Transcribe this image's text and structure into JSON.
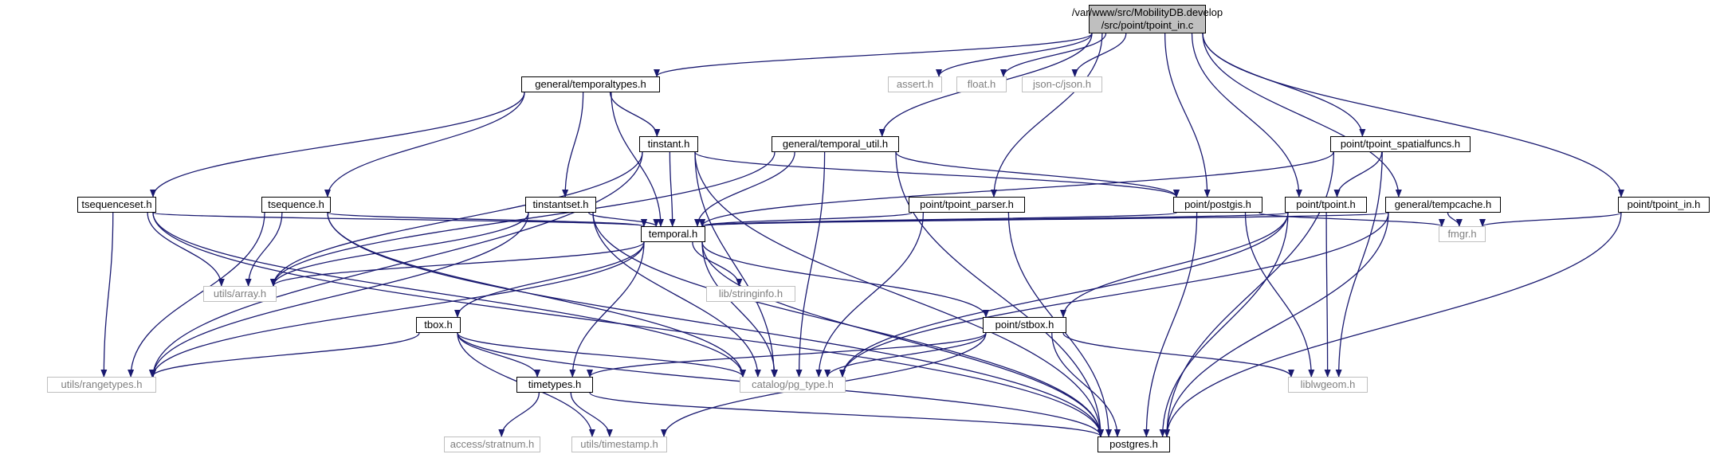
{
  "root": {
    "line1": "/var/www/src/MobilityDB.develop",
    "line2": "/src/point/tpoint_in.c",
    "fill": "#bfbfbf"
  },
  "edge_color": "#191970",
  "external_color": "#bfbfbf",
  "nodes": {
    "temporaltypes": "general/temporaltypes.h",
    "assert": "assert.h",
    "float": "float.h",
    "json": "json-c/json.h",
    "tinstant": "tinstant.h",
    "temporal_util": "general/temporal_util.h",
    "tpoint_spatialfuncs": "point/tpoint_spatialfuncs.h",
    "tsequenceset": "tsequenceset.h",
    "tsequence": "tsequence.h",
    "tinstantset": "tinstantset.h",
    "tpoint_parser": "point/tpoint_parser.h",
    "postgis": "point/postgis.h",
    "tpoint": "point/tpoint.h",
    "tempcache": "general/tempcache.h",
    "tpoint_in": "point/tpoint_in.h",
    "temporal": "temporal.h",
    "fmgr": "fmgr.h",
    "array": "utils/array.h",
    "stringinfo": "lib/stringinfo.h",
    "tbox": "tbox.h",
    "stbox": "point/stbox.h",
    "rangetypes": "utils/rangetypes.h",
    "timetypes": "timetypes.h",
    "pg_type": "catalog/pg_type.h",
    "liblwgeom": "liblwgeom.h",
    "stratnum": "access/stratnum.h",
    "timestamp": "utils/timestamp.h",
    "postgres": "postgres.h"
  },
  "edges": [
    [
      "root",
      "temporaltypes"
    ],
    [
      "root",
      "assert"
    ],
    [
      "root",
      "float"
    ],
    [
      "root",
      "json"
    ],
    [
      "root",
      "temporal_util"
    ],
    [
      "root",
      "tpoint_spatialfuncs"
    ],
    [
      "root",
      "tpoint_parser"
    ],
    [
      "root",
      "postgis"
    ],
    [
      "root",
      "tpoint"
    ],
    [
      "root",
      "tempcache"
    ],
    [
      "root",
      "tpoint_in"
    ],
    [
      "temporaltypes",
      "tsequenceset"
    ],
    [
      "temporaltypes",
      "tsequence"
    ],
    [
      "temporaltypes",
      "tinstant"
    ],
    [
      "temporaltypes",
      "tinstantset"
    ],
    [
      "temporaltypes",
      "temporal"
    ],
    [
      "tinstant",
      "temporal"
    ],
    [
      "tinstant",
      "array"
    ],
    [
      "tinstant",
      "rangetypes"
    ],
    [
      "tinstant",
      "pg_type"
    ],
    [
      "tinstant",
      "postgis"
    ],
    [
      "tinstant",
      "postgres"
    ],
    [
      "temporal_util",
      "temporal"
    ],
    [
      "temporal_util",
      "array"
    ],
    [
      "temporal_util",
      "pg_type"
    ],
    [
      "temporal_util",
      "postgis"
    ],
    [
      "temporal_util",
      "postgres"
    ],
    [
      "tpoint_spatialfuncs",
      "temporal"
    ],
    [
      "tpoint_spatialfuncs",
      "tpoint"
    ],
    [
      "tpoint_spatialfuncs",
      "liblwgeom"
    ],
    [
      "tpoint_spatialfuncs",
      "postgres"
    ],
    [
      "tsequenceset",
      "temporal"
    ],
    [
      "tsequenceset",
      "array"
    ],
    [
      "tsequenceset",
      "rangetypes"
    ],
    [
      "tsequenceset",
      "pg_type"
    ],
    [
      "tsequenceset",
      "postgres"
    ],
    [
      "tsequence",
      "temporal"
    ],
    [
      "tsequence",
      "array"
    ],
    [
      "tsequence",
      "rangetypes"
    ],
    [
      "tsequence",
      "pg_type"
    ],
    [
      "tsequence",
      "postgres"
    ],
    [
      "tinstantset",
      "temporal"
    ],
    [
      "tinstantset",
      "array"
    ],
    [
      "tinstantset",
      "rangetypes"
    ],
    [
      "tinstantset",
      "pg_type"
    ],
    [
      "tinstantset",
      "postgres"
    ],
    [
      "tpoint_parser",
      "temporal"
    ],
    [
      "tpoint_parser",
      "pg_type"
    ],
    [
      "tpoint_parser",
      "postgres"
    ],
    [
      "postgis",
      "temporal"
    ],
    [
      "postgis",
      "fmgr"
    ],
    [
      "postgis",
      "liblwgeom"
    ],
    [
      "postgis",
      "postgres"
    ],
    [
      "tpoint",
      "temporal"
    ],
    [
      "tpoint",
      "stbox"
    ],
    [
      "tpoint",
      "pg_type"
    ],
    [
      "tpoint",
      "liblwgeom"
    ],
    [
      "tpoint",
      "postgres"
    ],
    [
      "tempcache",
      "temporal"
    ],
    [
      "tempcache",
      "fmgr"
    ],
    [
      "tempcache",
      "pg_type"
    ],
    [
      "tempcache",
      "postgres"
    ],
    [
      "tpoint_in",
      "fmgr"
    ],
    [
      "tpoint_in",
      "postgres"
    ],
    [
      "temporal",
      "array"
    ],
    [
      "temporal",
      "stringinfo"
    ],
    [
      "temporal",
      "tbox"
    ],
    [
      "temporal",
      "stbox"
    ],
    [
      "temporal",
      "rangetypes"
    ],
    [
      "temporal",
      "timetypes"
    ],
    [
      "temporal",
      "pg_type"
    ],
    [
      "temporal",
      "postgres"
    ],
    [
      "tbox",
      "rangetypes"
    ],
    [
      "tbox",
      "timetypes"
    ],
    [
      "tbox",
      "pg_type"
    ],
    [
      "tbox",
      "timestamp"
    ],
    [
      "tbox",
      "postgres"
    ],
    [
      "stbox",
      "timetypes"
    ],
    [
      "stbox",
      "pg_type"
    ],
    [
      "stbox",
      "liblwgeom"
    ],
    [
      "stbox",
      "timestamp"
    ],
    [
      "stbox",
      "postgres"
    ],
    [
      "timetypes",
      "stratnum"
    ],
    [
      "timetypes",
      "timestamp"
    ],
    [
      "timetypes",
      "postgres"
    ]
  ]
}
